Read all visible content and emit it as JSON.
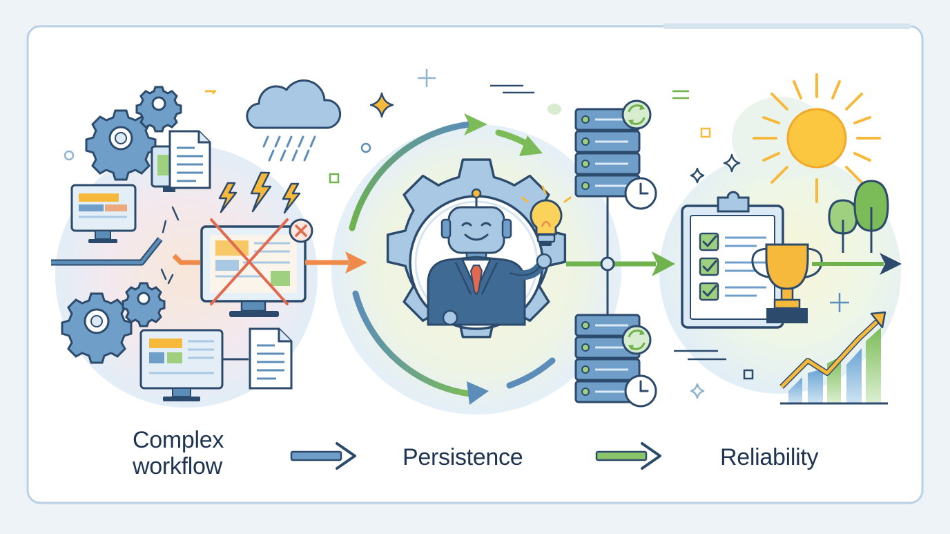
{
  "captions": {
    "complex_line1": "Complex",
    "complex_line2": "workflow",
    "persistence": "Persistence",
    "reliability": "Reliability"
  },
  "colors": {
    "navy": "#2c4a6b",
    "blue": "#5b8db8",
    "light_blue": "#a9c8e4",
    "green": "#6fb24e",
    "orange": "#f08a4b",
    "red_x": "#e0694f",
    "yellow": "#f6b93b",
    "background": "#eef3f8",
    "panel": "#ffffff"
  },
  "icons": [
    "gear-icon",
    "cloud-rain-icon",
    "lightning-icon",
    "monitor-icon",
    "document-icon",
    "broken-link-icon",
    "error-x-icon",
    "robot-businessman-icon",
    "lightbulb-icon",
    "server-stack-icon",
    "sync-icon",
    "clock-icon",
    "clipboard-checklist-icon",
    "trophy-icon",
    "sun-icon",
    "tree-icon",
    "growth-chart-icon",
    "sparkle-icon"
  ]
}
